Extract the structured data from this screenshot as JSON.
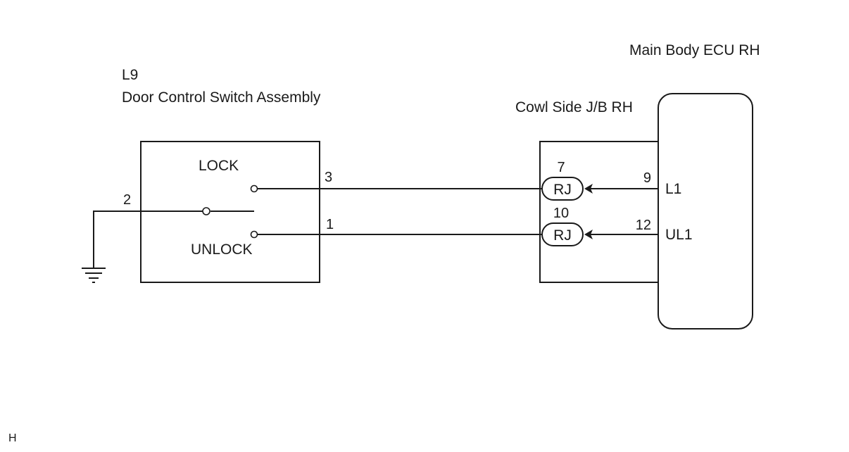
{
  "switch_assembly": {
    "connector_code": "L9",
    "name": "Door Control Switch Assembly",
    "lock_label": "LOCK",
    "unlock_label": "UNLOCK",
    "pin_ground": "2",
    "pin_lock": "3",
    "pin_unlock": "1"
  },
  "junction_block": {
    "name": "Cowl Side J/B RH",
    "connector_lock": "RJ",
    "connector_unlock": "RJ",
    "pin_lock_in": "7",
    "pin_unlock_in": "10"
  },
  "ecu": {
    "name": "Main Body ECU RH",
    "pin_lock": "9",
    "pin_unlock": "12",
    "signal_lock": "L1",
    "signal_unlock": "UL1"
  },
  "corner_mark": "H"
}
